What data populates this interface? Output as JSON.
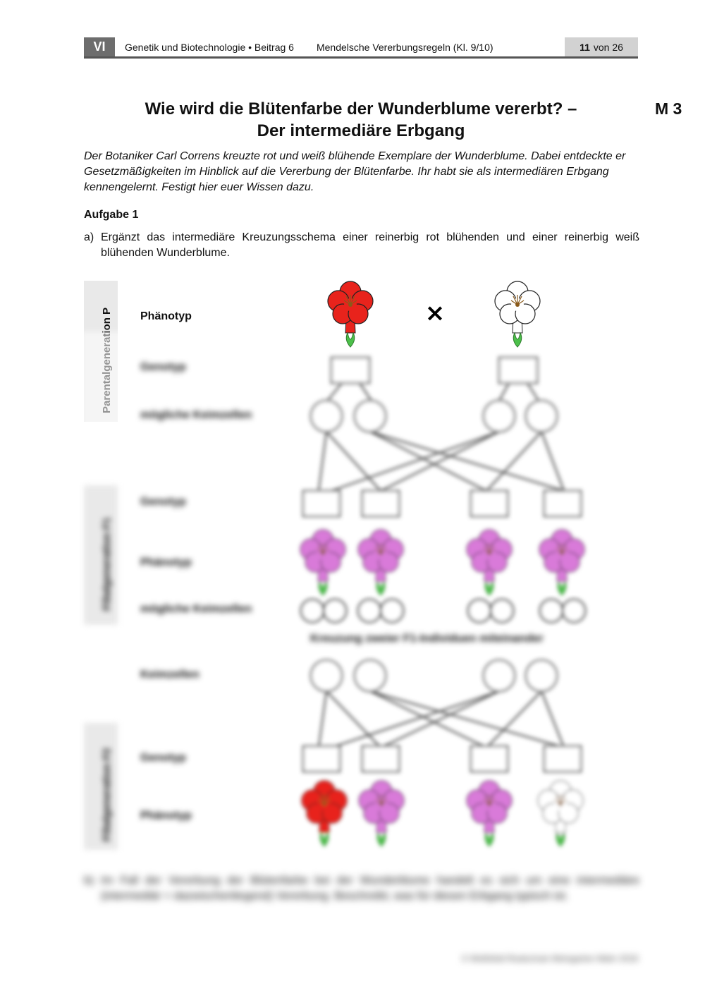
{
  "header": {
    "section": "VI",
    "subject": "Genetik und Biotechnologie • Beitrag 6",
    "topic": "Mendelsche Vererbungsregeln (Kl. 9/10)",
    "page_current": "11",
    "page_total": "von 26"
  },
  "material_label": "M 3",
  "title_line1": "Wie wird die Blütenfarbe der Wunderblume vererbt? –",
  "title_line2": "Der intermediäre Erbgang",
  "intro": "Der Botaniker Carl Correns kreuzte rot und weiß blühende Exemplare der Wunderblume. Dabei entdeckte er Gesetzmäßigkeiten im Hinblick auf die Vererbung der Blütenfarbe. Ihr habt sie als intermediären Erbgang kennengelernt. Festigt hier euer Wissen dazu.",
  "task1": {
    "heading": "Aufgabe 1",
    "a_label": "a)",
    "a_text": "Ergänzt das intermediäre Kreuzungsschema einer reinerbig rot blühenden und einer reinerbig weiß blühenden Wunderblume."
  },
  "scheme": {
    "tab_parent": "Parentalgeneration P",
    "tab_f1": "Filialgeneration F1",
    "tab_f2": "Filialgeneration F2",
    "row_phenotype_p": "Phänotyp",
    "row_genotype_p": "Genotyp",
    "row_gametes_p": "mögliche Keimzellen",
    "row_genotype_f1": "Genotyp",
    "row_phenotype_f1": "Phänotyp",
    "row_gametes_f1": "mögliche Keimzellen",
    "cross_note": "Kreuzung zweier F1-Individuen miteinander",
    "row_gametes_f2": "Keimzellen",
    "row_genotype_f2": "Genotyp",
    "row_phenotype_f2": "Phänotyp",
    "cross_symbol": "×"
  },
  "task1b": {
    "b_label": "b)",
    "b_text": "Im Fall der Vererbung der Blütenfarbe bei der Wunderblume handelt es sich um eine intermediäre (intermediär = dazwischenliegend) Vererbung. Beschreibt, was für diesen Erbgang typisch ist."
  },
  "footer": "© Wolfsfeld Realschule Weingarten Wahr 2018",
  "colors": {
    "red_flower": "#e8231c",
    "pink_flower": "#d97ad9",
    "white_flower": "#ffffff",
    "stem": "#4cc04a",
    "header_dark": "#6d6d6d",
    "header_light": "#d2d2d2",
    "tab_bg": "#e9e9e9"
  }
}
